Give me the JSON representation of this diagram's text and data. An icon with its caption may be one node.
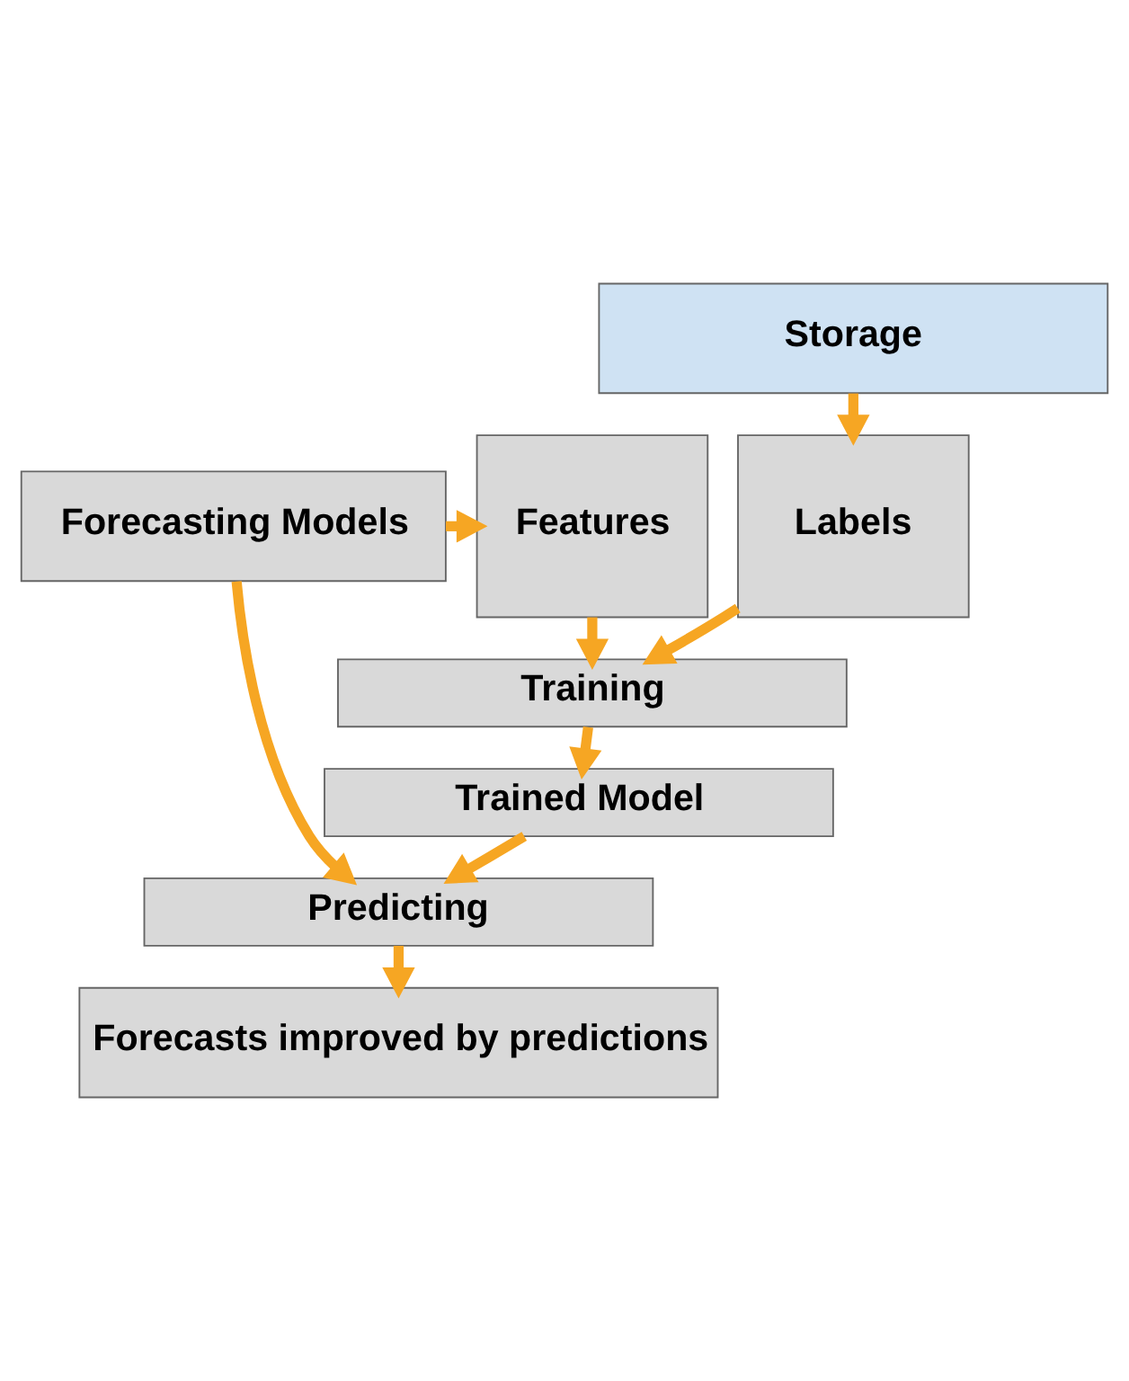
{
  "diagram": {
    "nodes": [
      {
        "text": [
          "Storage"
        ]
      },
      {
        "text": [
          "Labels"
        ]
      },
      {
        "text": [
          "Features"
        ]
      },
      {
        "text": [
          "Forecasting Models"
        ]
      },
      {
        "text": [
          "Training"
        ]
      },
      {
        "text": [
          "Trained Model"
        ]
      },
      {
        "text": [
          "Predicting"
        ]
      },
      {
        "text": [
          "Forecasts improved by predictions"
        ]
      }
    ],
    "edges": [
      {
        "from": 0,
        "to": 1,
        "arrow": "to"
      },
      {
        "from": 3,
        "to": 2,
        "arrow": "to"
      },
      {
        "from": 1,
        "to": 4,
        "arrow": "to"
      },
      {
        "from": 2,
        "to": 4,
        "arrow": "to"
      },
      {
        "from": 4,
        "to": 5,
        "arrow": "to"
      },
      {
        "from": 5,
        "to": 6,
        "arrow": "to"
      },
      {
        "from": 3,
        "to": 6,
        "arrow": "to"
      },
      {
        "from": 6,
        "to": 7,
        "arrow": "to"
      }
    ]
  }
}
